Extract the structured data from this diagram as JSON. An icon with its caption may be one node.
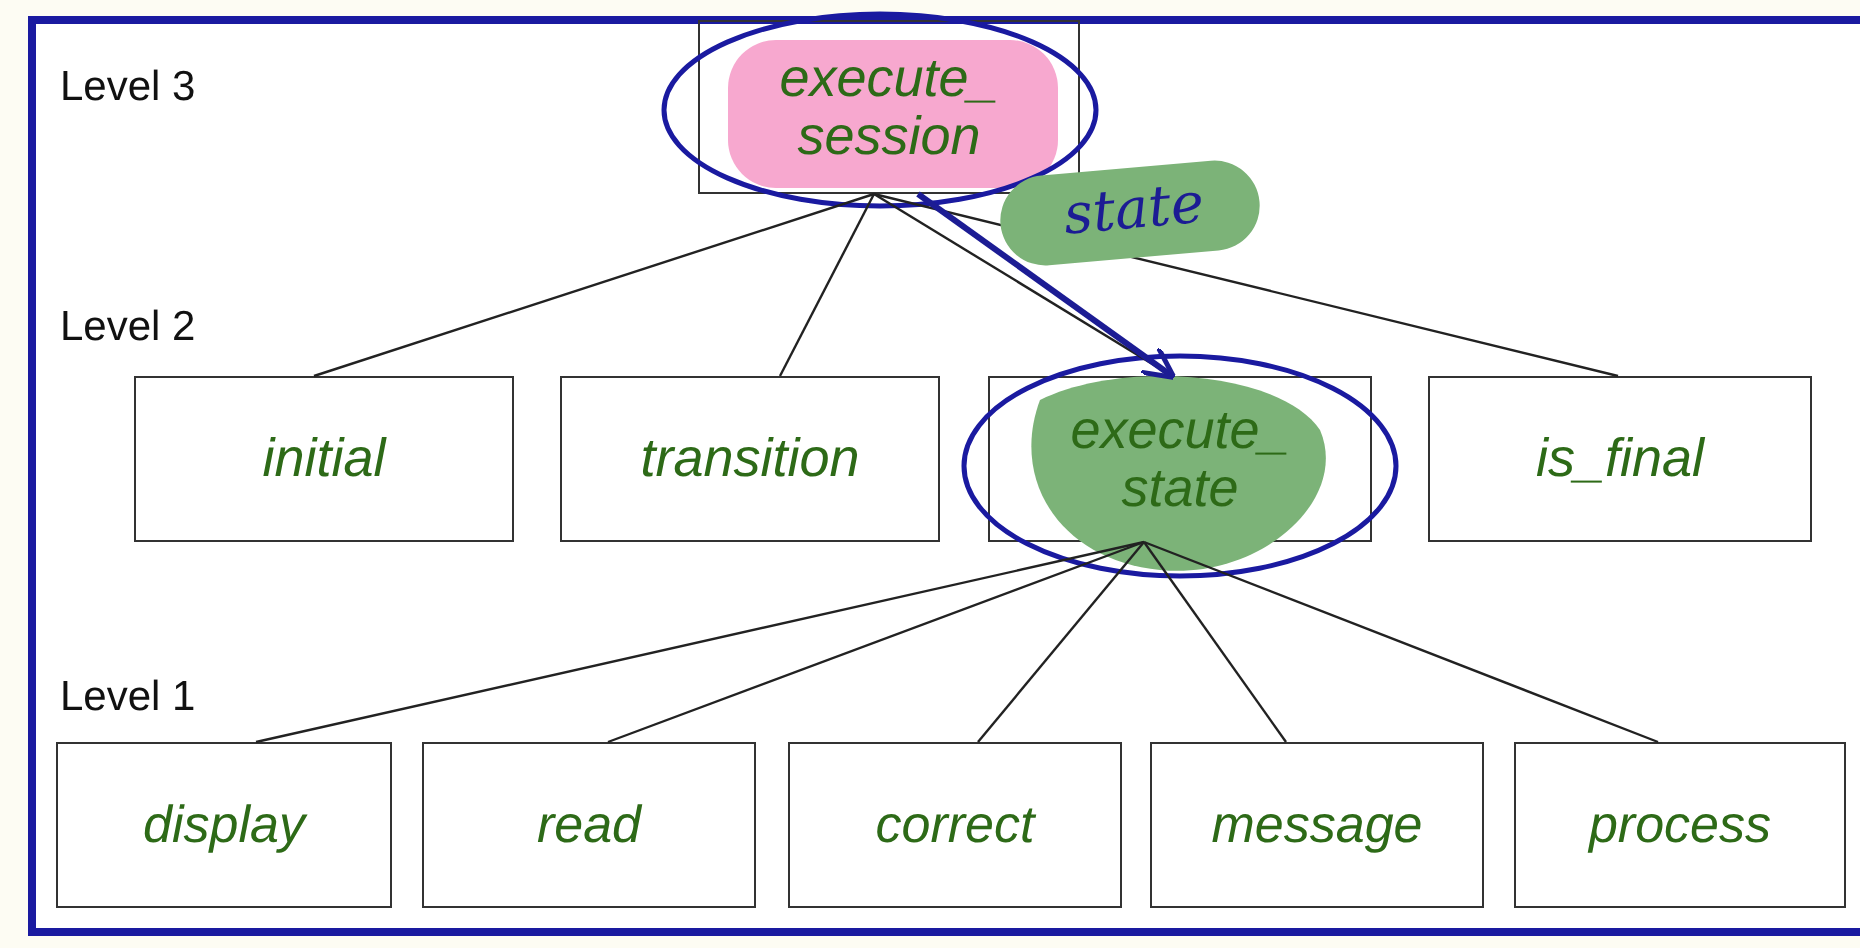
{
  "diagram": {
    "nodes": [
      {
        "text": [
          "execute_ session"
        ]
      },
      {
        "text": [
          "initial"
        ]
      },
      {
        "text": [
          "transition"
        ]
      },
      {
        "text": [
          "execute_ state"
        ]
      },
      {
        "text": [
          "is_final"
        ]
      },
      {
        "text": [
          "display"
        ]
      },
      {
        "text": [
          "read"
        ]
      },
      {
        "text": [
          "correct"
        ]
      },
      {
        "text": [
          "message"
        ]
      },
      {
        "text": [
          "process"
        ]
      }
    ],
    "edges": [
      {
        "from": 0,
        "to": 1,
        "arrow": "none"
      },
      {
        "from": 0,
        "to": 2,
        "arrow": "none"
      },
      {
        "from": 0,
        "to": 3,
        "arrow": "none"
      },
      {
        "from": 0,
        "to": 4,
        "arrow": "none"
      },
      {
        "from": 3,
        "to": 5,
        "arrow": "none"
      },
      {
        "from": 3,
        "to": 6,
        "arrow": "none"
      },
      {
        "from": 3,
        "to": 7,
        "arrow": "none"
      },
      {
        "from": 3,
        "to": 8,
        "arrow": "none"
      },
      {
        "from": 3,
        "to": 9,
        "arrow": "none"
      },
      {
        "from": 0,
        "to": 3,
        "arrow": "to",
        "label": "state",
        "color": "#1c1c94",
        "style": "thick"
      }
    ],
    "labels": [
      "Level 3",
      "Level 2",
      "Level 1"
    ]
  }
}
